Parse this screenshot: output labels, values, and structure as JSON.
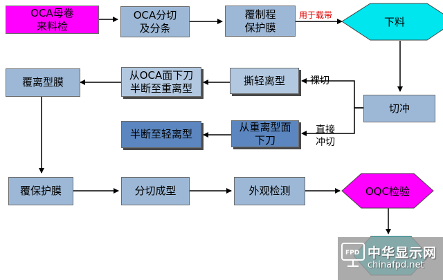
{
  "nodes": {
    "oca_incoming": "OCA母卷\n来料检",
    "oca_cut": "OCA分切\n及分条",
    "protect_film": "覆制程\n保护膜",
    "unload": "下料",
    "die_cut": "切冲",
    "peel_light": "撕轻离型",
    "half_cut_heavy": "从OCA面下刀\n半断至重离型",
    "cover_release": "覆离型膜",
    "cut_from_heavy": "从重离型面\n下刀",
    "half_cut_light": "半断至轻离型",
    "cover_protect": "覆保护膜",
    "cut_forming": "分切成型",
    "visual_check": "外观检测",
    "oqc": "OQC检验"
  },
  "labels": {
    "carrier": "用于载带",
    "bare_cut": "裸切",
    "direct_cut": "直接\n冲切"
  },
  "watermark": {
    "name": "中华显示网",
    "url": "chinafpd.net",
    "logo": "FPD"
  }
}
